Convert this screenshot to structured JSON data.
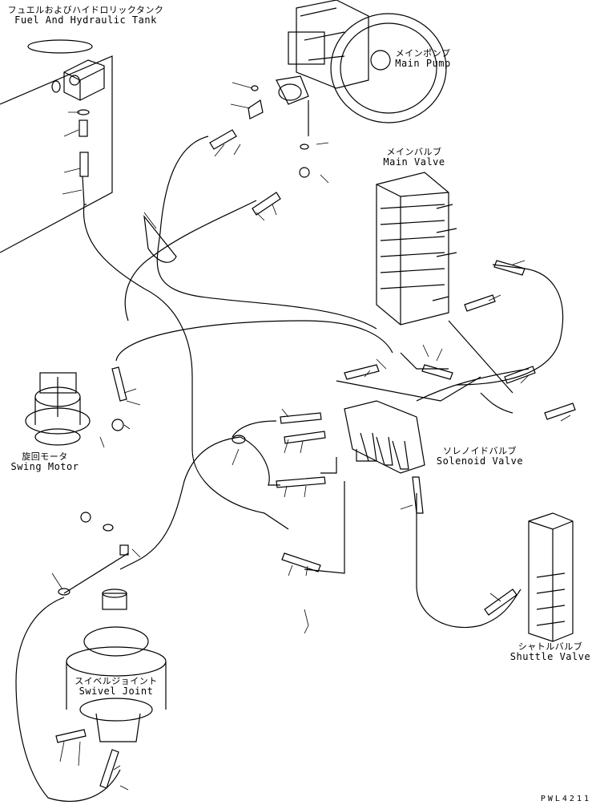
{
  "labels": {
    "fuel_tank": {
      "jp": "フュエルおよびハイドロリックタンク",
      "en": "Fuel And Hydraulic Tank"
    },
    "main_pump": {
      "jp": "メインポンプ",
      "en": "Main Pump"
    },
    "main_valve": {
      "jp": "メインバルブ",
      "en": "Main Valve"
    },
    "swing_motor": {
      "jp": "旋回モータ",
      "en": "Swing Motor"
    },
    "solenoid_valve": {
      "jp": "ソレノイドバルブ",
      "en": "Solenoid Valve"
    },
    "shuttle_valve": {
      "jp": "シャトルバルブ",
      "en": "Shuttle Valve"
    },
    "swivel_joint": {
      "jp": "スイベルジョイント",
      "en": "Swivel Joint"
    }
  },
  "drawing_code": "PWL4211"
}
